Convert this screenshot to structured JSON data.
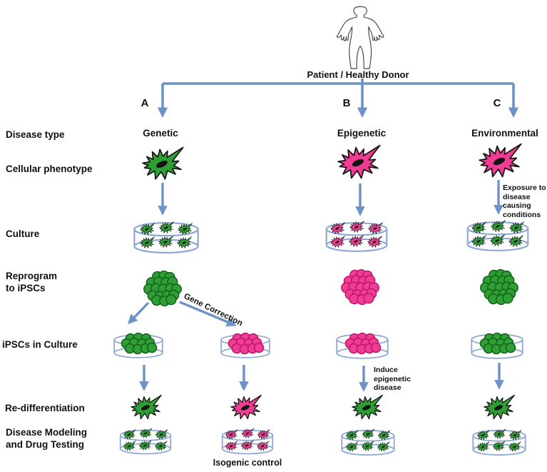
{
  "patient": {
    "label": "Patient / Healthy Donor"
  },
  "branches": [
    {
      "letter": "A",
      "disease_type": "Genetic"
    },
    {
      "letter": "B",
      "disease_type": "Epigenetic"
    },
    {
      "letter": "C",
      "disease_type": "Environmental"
    }
  ],
  "row_labels": {
    "disease_type": "Disease type",
    "cellular_phenotype": "Cellular phenotype",
    "culture": "Culture",
    "reprogram_line1": "Reprogram",
    "reprogram_line2": "to iPSCs",
    "ipscs_in_culture": "iPSCs in Culture",
    "re_differentiation": "Re-differentiation",
    "disease_modeling_line1": "Disease Modeling",
    "disease_modeling_line2": "and Drug Testing"
  },
  "annotations": {
    "gene_correction": "Gene Correction",
    "exposure": {
      "line1": "Exposure to",
      "line2": "disease",
      "line3": "causing",
      "line4": "conditions"
    },
    "induce": {
      "line1": "Induce",
      "line2": "epigenetic",
      "line3": "disease"
    },
    "isogenic_control": "Isogenic control"
  },
  "colors": {
    "arrow_blue": "#6d92c6",
    "dish_blue": "#8fa9d4",
    "diseased_green": "#2f9e35",
    "healthy_pink": "#ee3d92",
    "nucleus_black": "#141414"
  },
  "icons": {
    "patient_figure": "human-outline",
    "dish": "petri-dish",
    "colony": "ipsc-colony-cluster",
    "cell": "star-shaped-cell"
  }
}
